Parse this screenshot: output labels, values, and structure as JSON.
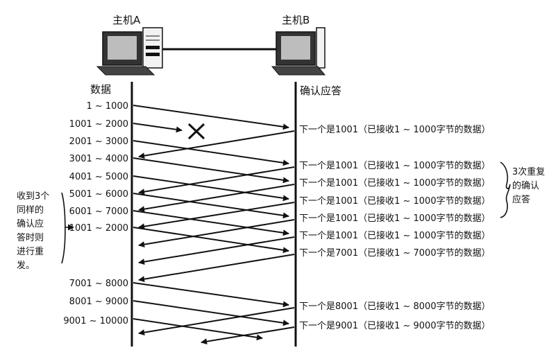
{
  "hosts": {
    "a": "主机A",
    "b": "主机B"
  },
  "column_headers": {
    "left": "数据",
    "right": "确认应答"
  },
  "segments": [
    "1 ~ 1000",
    "1001 ~ 2000",
    "2001 ~ 3000",
    "3001 ~ 4000",
    "4001 ~ 5000",
    "5001 ~ 6000",
    "6001 ~ 7000",
    "1001 ~ 2000",
    "7001 ~ 8000",
    "8001 ~ 9000",
    "9001 ~ 10000"
  ],
  "acks": [
    "下一个是1001（已接收1 ~ 1000字节的数据）",
    "下一个是1001（已接收1 ~ 1000字节的数据）",
    "下一个是1001（已接收1 ~ 1000字节的数据）",
    "下一个是1001（已接收1 ~ 1000字节的数据）",
    "下一个是1001（已接收1 ~ 1000字节的数据）",
    "下一个是1001（已接收1 ~ 1000字节的数据）",
    "下一个是7001（已接收1 ~ 7000字节的数据）",
    "下一个是8001（已接收1 ~ 8000字节的数据）",
    "下一个是9001（已接收1 ~ 9000字节的数据）"
  ],
  "annotations": {
    "right_lines": [
      "3次重复",
      "的确认",
      "应答"
    ],
    "left_lines": [
      "收到3个",
      "同样的",
      "确认应",
      "答时则",
      "进行重",
      "发。"
    ]
  }
}
